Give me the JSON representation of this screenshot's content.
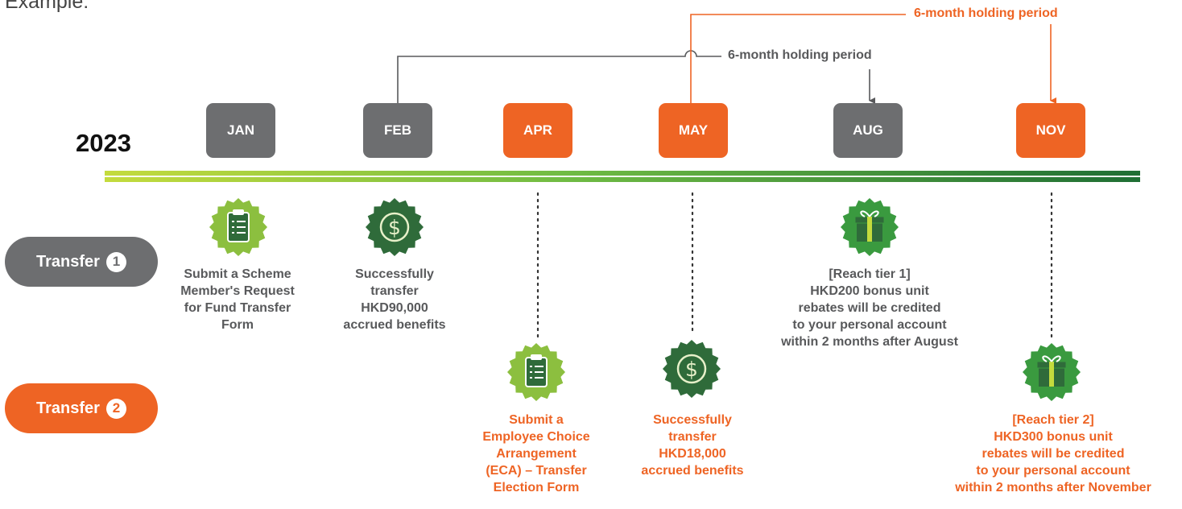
{
  "intro_text": "Example:",
  "year": "2023",
  "months": [
    "JAN",
    "FEB",
    "APR",
    "MAY",
    "AUG",
    "NOV"
  ],
  "rows": {
    "transfer_1": {
      "label": "Transfer",
      "number": "1"
    },
    "transfer_2": {
      "label": "Transfer",
      "number": "2"
    }
  },
  "holding_periods": {
    "transfer_1": "6-month holding period",
    "transfer_2": "6-month holding period"
  },
  "events": {
    "t1_jan": {
      "icon": "clipboard-icon",
      "lines": [
        "Submit a Scheme",
        "Member's Request",
        "for Fund Transfer",
        "Form"
      ]
    },
    "t1_feb": {
      "icon": "dollar-badge-icon",
      "lines": [
        "Successfully",
        "transfer",
        "HKD90,000",
        "accrued benefits"
      ]
    },
    "t1_aug": {
      "icon": "gift-icon",
      "lines": [
        "[Reach tier 1]",
        "HKD200 bonus unit",
        "rebates will be credited",
        "to your personal account",
        "within 2 months after August"
      ]
    },
    "t2_apr": {
      "icon": "clipboard-icon",
      "lines": [
        "Submit a",
        "Employee Choice",
        "Arrangement",
        "(ECA) – Transfer",
        "Election Form"
      ]
    },
    "t2_may": {
      "icon": "dollar-badge-icon",
      "lines": [
        "Successfully",
        "transfer",
        "HKD18,000",
        "accrued benefits"
      ]
    },
    "t2_nov": {
      "icon": "gift-icon",
      "lines": [
        "[Reach tier 2]",
        "HKD300 bonus unit",
        "rebates will  be credited",
        "to your personal account",
        "within 2 months after November"
      ]
    }
  },
  "colors": {
    "gray": "#6d6e70",
    "orange": "#ee6424",
    "green_light": "#c4db3d",
    "green_dark": "#1f6e34"
  }
}
